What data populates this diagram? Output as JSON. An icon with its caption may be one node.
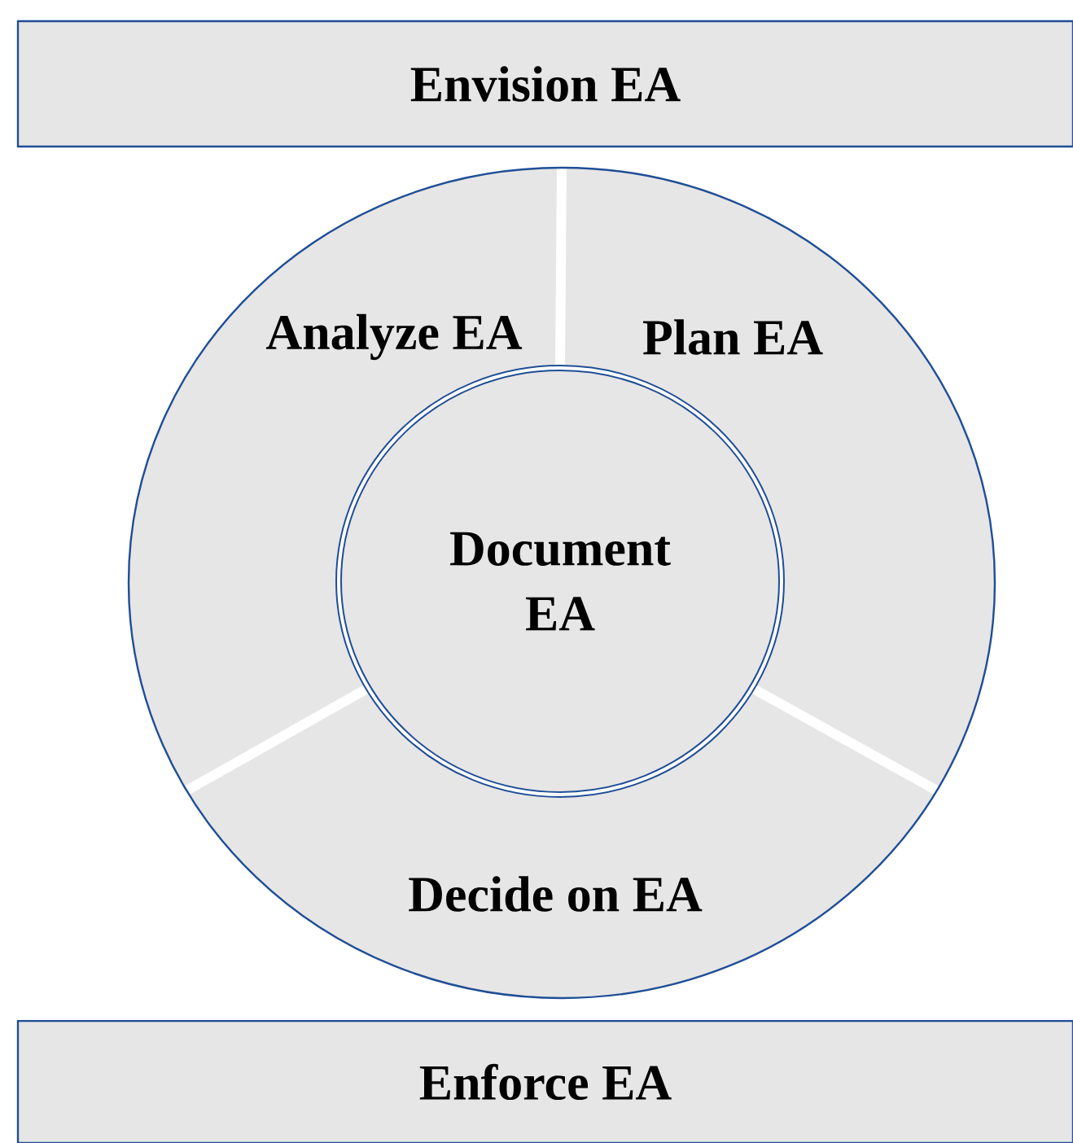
{
  "diagram": {
    "nodes": [
      {
        "text": [
          "Envision EA"
        ]
      },
      {
        "text": [
          "Analyze EA"
        ]
      },
      {
        "text": [
          "Plan EA"
        ]
      },
      {
        "text": [
          "Decide on EA"
        ]
      },
      {
        "text": [
          "Document EA"
        ]
      },
      {
        "text": [
          "Enforce EA"
        ]
      }
    ]
  }
}
